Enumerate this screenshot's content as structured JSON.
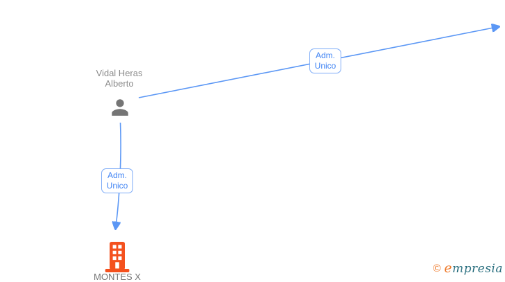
{
  "diagram": {
    "person": {
      "name_line1": "Vidal Heras",
      "name_line2": "Alberto"
    },
    "company": {
      "name": "MONTES X"
    },
    "edges": [
      {
        "label": "Adm. Unico"
      },
      {
        "label": "Adm. Unico"
      }
    ]
  },
  "logo": {
    "copyright": "©",
    "brand_first": "e",
    "brand_rest": "mpresia"
  },
  "colors": {
    "edge-blue": "#5b97f5",
    "label-blue": "#4285f4",
    "label-border": "#7baaf7",
    "person-gray": "#757575",
    "name-gray": "#8b8b8b",
    "building-orange": "#f4511e",
    "company-gray": "#757575",
    "logo-orange": "#ee7625",
    "logo-teal": "#2a6f7f"
  }
}
